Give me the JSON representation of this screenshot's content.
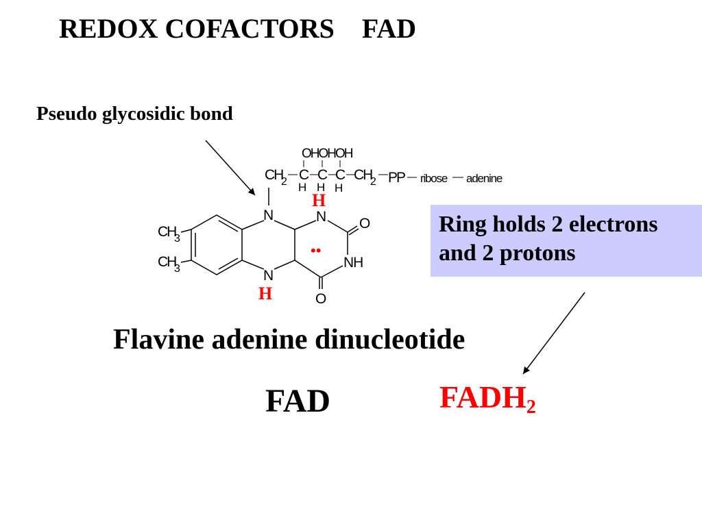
{
  "title": "REDOX COFACTORS    FAD",
  "annotation": {
    "bond_label": "Pseudo glycosidic bond"
  },
  "callout": {
    "line1": "Ring holds 2 electrons",
    "line2": "and 2 protons"
  },
  "molecule": {
    "full_name": "Flavine adenine dinucleotide",
    "oxidized_name": "FAD",
    "reduced_name_base": "FADH",
    "reduced_name_subscript": "2"
  },
  "structure_labels": {
    "sidechain_oh": "OHOHOH",
    "ch2": "CH",
    "sub2": "2",
    "c": "C",
    "h": "H",
    "pp": "PP",
    "ribose": "ribose",
    "adenine": "adenine",
    "n": "N",
    "nh": "NH",
    "o": "O",
    "ch3": "CH",
    "sub3": "3",
    "added_h": "H",
    "electron_pair": "••"
  },
  "colors": {
    "callout_bg": "#ccccff",
    "highlight": "#ff0000",
    "text": "#000000"
  }
}
